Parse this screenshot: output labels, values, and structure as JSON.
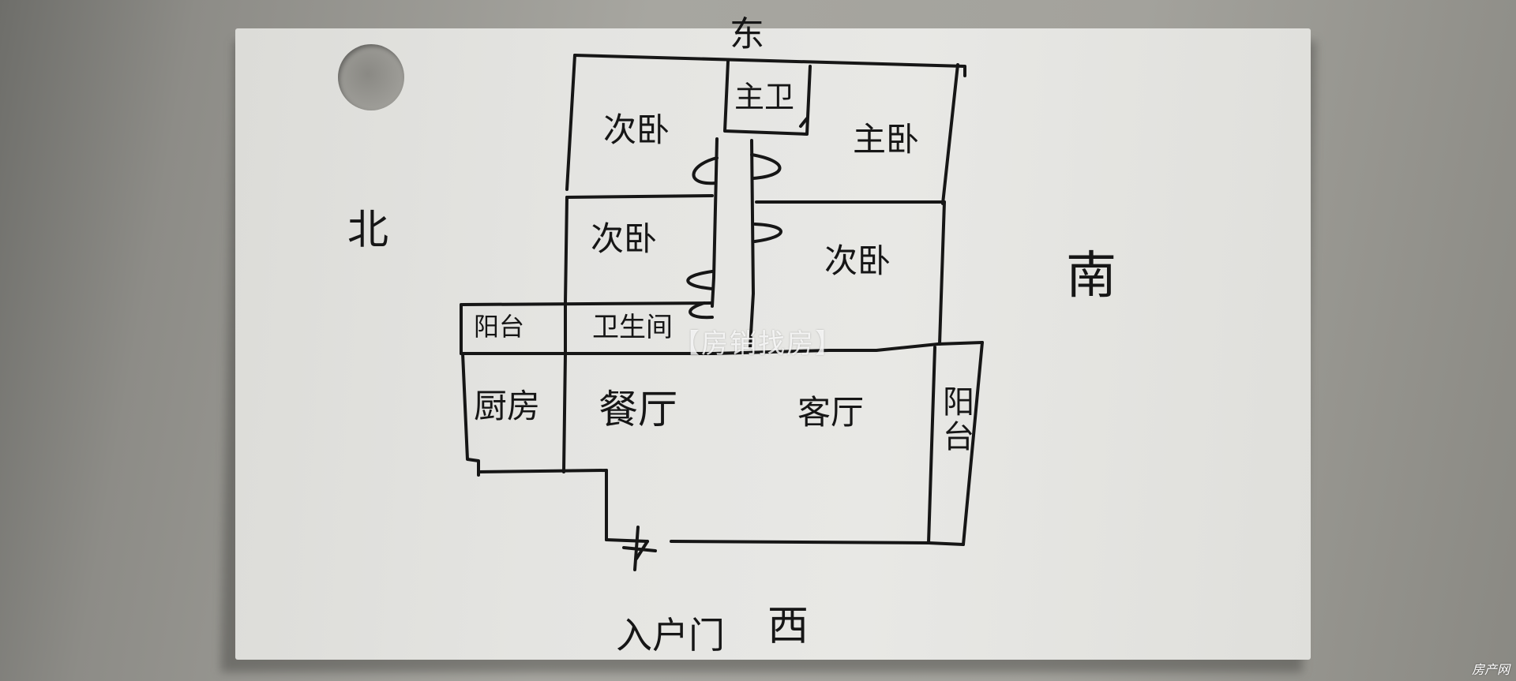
{
  "compass": {
    "east": "东",
    "north": "北",
    "south": "南",
    "west": "西"
  },
  "rooms": {
    "secondary_bedroom_1": "次卧",
    "master_bathroom": "主卫",
    "master_bedroom": "主卧",
    "secondary_bedroom_2": "次卧",
    "secondary_bedroom_3": "次卧",
    "north_balcony": "阳台",
    "bathroom": "卫生间",
    "kitchen": "厨房",
    "dining_room": "餐厅",
    "living_room": "客厅",
    "south_balcony": "阳台"
  },
  "entrance": "入户门",
  "watermark": "【房销找房】",
  "site_logo": "房产网",
  "colors": {
    "ink": "#161616",
    "paper": "#e4e4e1",
    "table": "#a3a29c"
  }
}
